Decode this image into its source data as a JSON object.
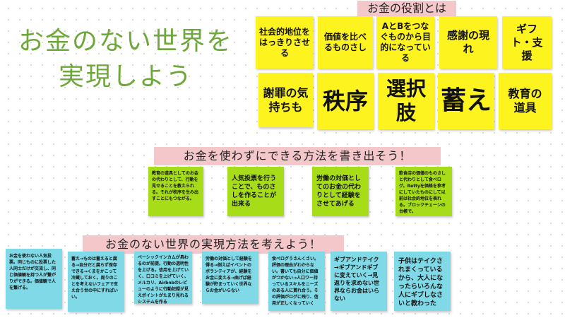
{
  "title": {
    "line1": "お金のない世界を",
    "line2": "実現しよう"
  },
  "role_banner": "お金の役割とは",
  "role_notes": [
    "社会的地位をはっきりさせる",
    "価値を比べるものさし",
    "AとBをつなぐものから目的になっている",
    "感謝の現れ",
    "ギフト・支援",
    "謝罪の気持ちも",
    "秩序",
    "選択肢",
    "蓄え",
    "教育の道具"
  ],
  "without_banner": "お金を使わずにできる方法を書き出そう！",
  "without_notes": [
    "教育の道具としてのお金の代わりとして、行動を見せることを教えられる。それが秩序を生み出すことにもつながる。",
    "人気投票を行うことで、ものさしを作ることが出来る",
    "労働の対価としてのお金の代わりとして経験をさせてあげる",
    "飲食店の価値のものさしと代わりとして食べログ。Rettyを価格を参考にしていたものにして以前は社会的地位を表れる。ブロックチェーンの台帳で。"
  ],
  "realize_banner": "お金のない世界の実現方法を考えよう！",
  "realize_notes": [
    "お金を使わない人気投票。同じものに投票した人同士だけが交流し、同じ価値観を持つ人が繋がりができる。価値観で人を繋げる。",
    "蓄え→ものは蓄えると腐る→自分だと腐らず保存できる→くまをかこって冷蔵しておく。周りのことを考えないフェアで支え合う世の中にすればいい。",
    "ベーシックインカムが具わるのが前提。行動の透明性を上げる。信用を上げていく、口コミを上げていく、メルカリ、Airbnbのレビューのように行動記録が見えポイントがたまり見れるシステムを作る",
    "労働の対価として経験を得る→例えばイベントのボランティアが、経験をお金に変える→曲げば経験が貯まっていく世界ならお金がいらない",
    "食べログうさんくさい。評価の理由がわからない。書いても自分に価値がつかない→人口ワー持っているスキルをニーズのある人に貰れ合う。その評価がログに残り、信用が正しくなっていく",
    "ギブアンドテイク→ギブアンドギブに変えていく→見返りを求めない世界ならお金はいらない",
    "子供はテイクされまくっているから、大人になったらいろんな人にギブしなさいと教わった"
  ],
  "colors": {
    "title": "#6fa83a",
    "banner": "#f4c7cb",
    "yellow_note": "#fdf31e",
    "green_note": "#a7dc18",
    "cyan_note": "#7fd9e6"
  }
}
